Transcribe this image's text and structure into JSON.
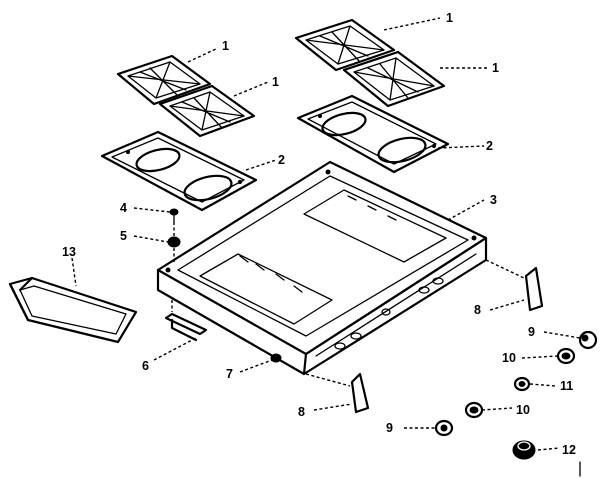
{
  "callouts": {
    "c1a": "1",
    "c1b": "1",
    "c1c": "1",
    "c1d": "1",
    "c2a": "2",
    "c2b": "2",
    "c3": "3",
    "c4": "4",
    "c5": "5",
    "c6": "6",
    "c7": "7",
    "c8a": "8",
    "c8b": "8",
    "c9a": "9",
    "c9b": "9",
    "c10a": "10",
    "c10b": "10",
    "c11": "11",
    "c12": "12",
    "c13": "13"
  }
}
